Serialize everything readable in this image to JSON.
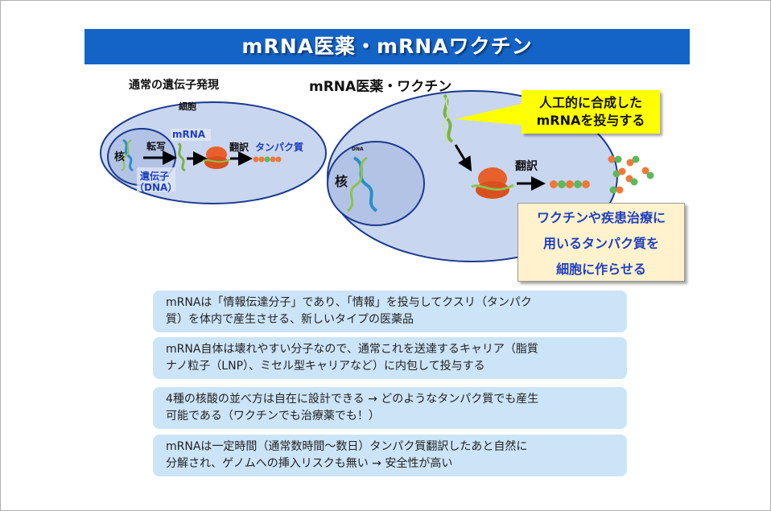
{
  "title": "mRNA医薬・mRNAワクチン",
  "normal_expression": {
    "heading": "通常の遺伝子発現",
    "cell_label": "細胞",
    "nucleus_label": "核",
    "transcription_label": "転写",
    "mrna_label": "mRNA",
    "translation_label": "翻訳",
    "protein_label": "タンパク質",
    "gene_label": "遺伝子",
    "dna_label": "（DNA）"
  },
  "mrna_drug": {
    "heading": "mRNA医薬・ワクチン",
    "nucleus_label": "核",
    "dna_small_label": "DNA",
    "translation_label": "翻訳",
    "callout_synth_line1": "人工的に合成した",
    "callout_synth_line2": "mRNAを投与する",
    "callout_protein_line1": "ワクチンや疾患治療に",
    "callout_protein_line2": "用いるタンパク質を",
    "callout_protein_line3": "細胞に作らせる"
  },
  "bullets": [
    {
      "line1": "mRNAは「情報伝達分子」であり、「情報」を投与してクスリ（タンパク",
      "line2": "質）を体内で産生させる、新しいタイプの医薬品"
    },
    {
      "line1": "mRNA自体は壊れやすい分子なので、通常これを送達するキャリア（脂質",
      "line2": "ナノ粒子（LNP）、ミセル型キャリアなど）に内包して投与する"
    },
    {
      "line1": "4種の核酸の並べ方は自在に設計できる → どのようなタンパク質でも産生",
      "line2": "可能である（ワクチンでも治療薬でも！）"
    },
    {
      "line1": "mRNAは一定時間（通常数時間～数日）タンパク質翻訳したあと自然に",
      "line2": "分解され、ゲノムへの挿入リスクも無い → 安全性が高い"
    }
  ],
  "colors": {
    "title_bg": "#1464c8",
    "cell_fill": "#c9d6ef",
    "cell_stroke": "#1a3a8f",
    "nucleus_fill": "#b3c3e6",
    "label_blue": "#1f3fbf",
    "callout_yellow": "#ffff00",
    "callout_cream": "#fff2cc",
    "bullet_bg": "#cce4f8",
    "ribosome": "#e8602c",
    "protein_orange": "#f07838",
    "protein_green": "#5cb85c"
  }
}
